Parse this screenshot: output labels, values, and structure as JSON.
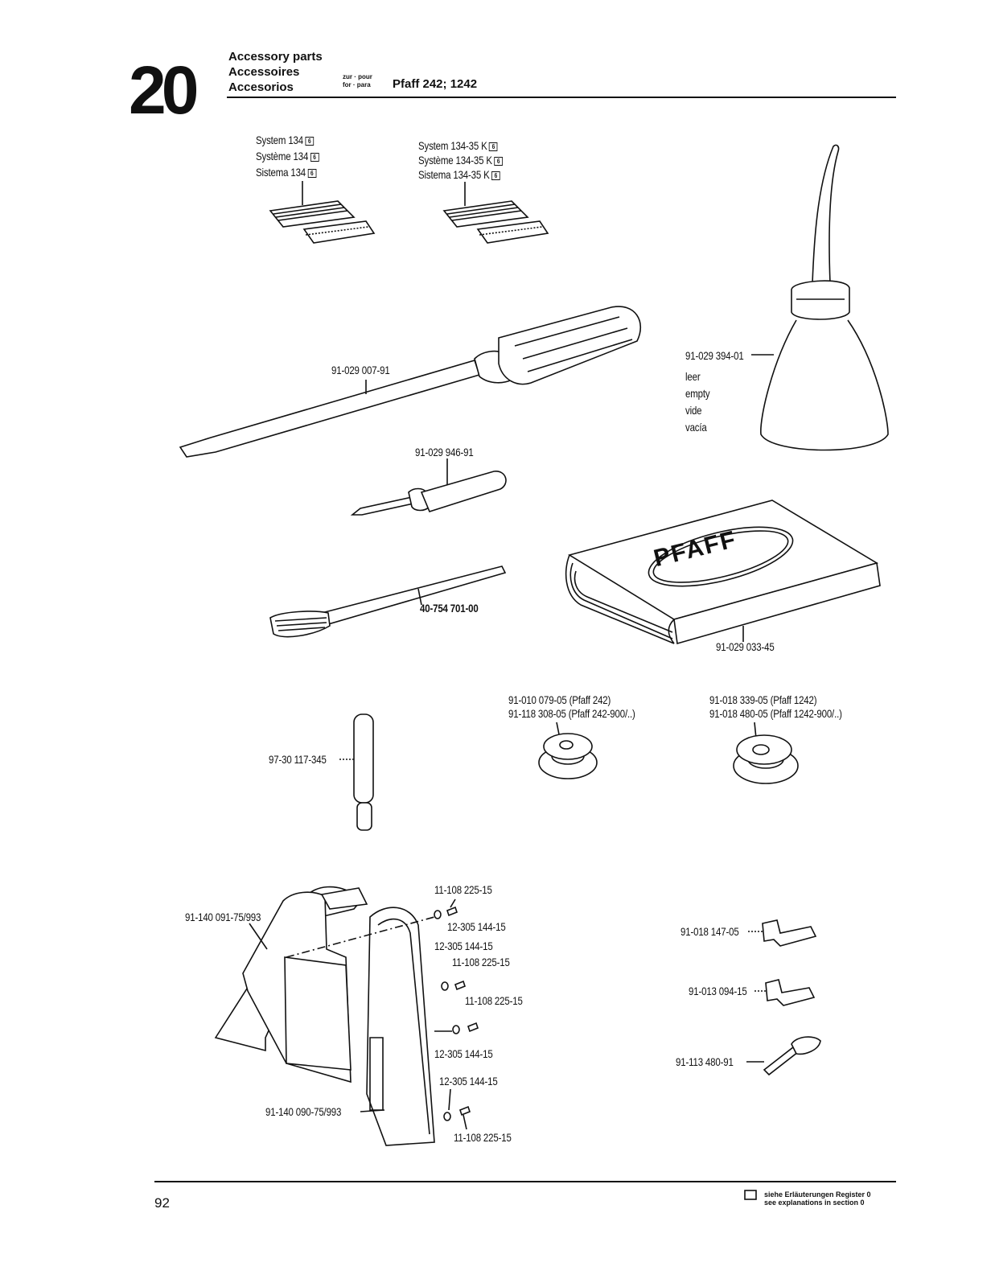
{
  "header": {
    "section_number": "20",
    "title_en": "Accessory parts",
    "title_fr": "Accessoires",
    "title_es": "Accesorios",
    "for_line1": "zur · pour",
    "for_line2": "for · para",
    "model": "Pfaff 242; 1242"
  },
  "needles_left": {
    "line1": "System  134",
    "line2": "Système 134",
    "line3": "Sistema  134",
    "box": "6"
  },
  "needles_right": {
    "line1": "System  134-35 K",
    "line2": "Système  134-35 K",
    "line3": "Sistema  134-35 K",
    "box": "6"
  },
  "parts": {
    "screwdriver_large": "91-029 007-91",
    "oil_can": "91-029 394-01",
    "oil_can_desc": [
      "leer",
      "empty",
      "vide",
      "vacía"
    ],
    "screwdriver_small": "91-029 946-91",
    "brush": "40-754 701-00",
    "manual": "91-029 033-45",
    "manual_logo": "PFAFF",
    "bobbin_left_1": "91-010 079-05 (Pfaff 242)",
    "bobbin_left_2": "91-118 308-05 (Pfaff 242-900/..)",
    "bobbin_right_1": "91-018 339-05 (Pfaff 1242)",
    "bobbin_right_2": "91-018 480-05 (Pfaff 1242-900/..)",
    "spool_pin": "97-30 117-345",
    "cover_top": "91-140 091-75/993",
    "cover_bottom": "91-140 090-75/993",
    "screw_a": "11-108 225-15",
    "washer_a": "12-305 144-15",
    "washer_b": "12-305 144-15",
    "screw_b": "11-108 225-15",
    "screw_c": "11-108 225-15",
    "washer_c": "12-305 144-15",
    "washer_d": "12-305 144-15",
    "screw_d": "11-108 225-15",
    "foot_1": "91-018 147-05",
    "foot_2": "91-013 094-15",
    "key": "91-113 480-91"
  },
  "footer": {
    "page_number": "92",
    "note_de": "siehe Erläuterungen Register 0",
    "note_en": "see explanations in section 0"
  }
}
